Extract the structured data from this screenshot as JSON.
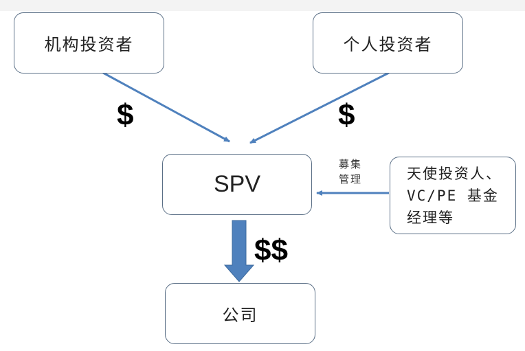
{
  "nodes": {
    "institutional": "机构投资者",
    "individual": "个人投资者",
    "spv": "SPV",
    "managers": [
      "天使投资人、",
      "VC/PE 基金",
      "经理等"
    ],
    "company": "公司"
  },
  "labels": {
    "dollar_left": "$",
    "dollar_right": "$",
    "dollar_down": "$$",
    "manage": [
      "募集",
      "管理"
    ]
  },
  "colors": {
    "arrow": "#4f81bd",
    "border": "#5a6f86"
  }
}
